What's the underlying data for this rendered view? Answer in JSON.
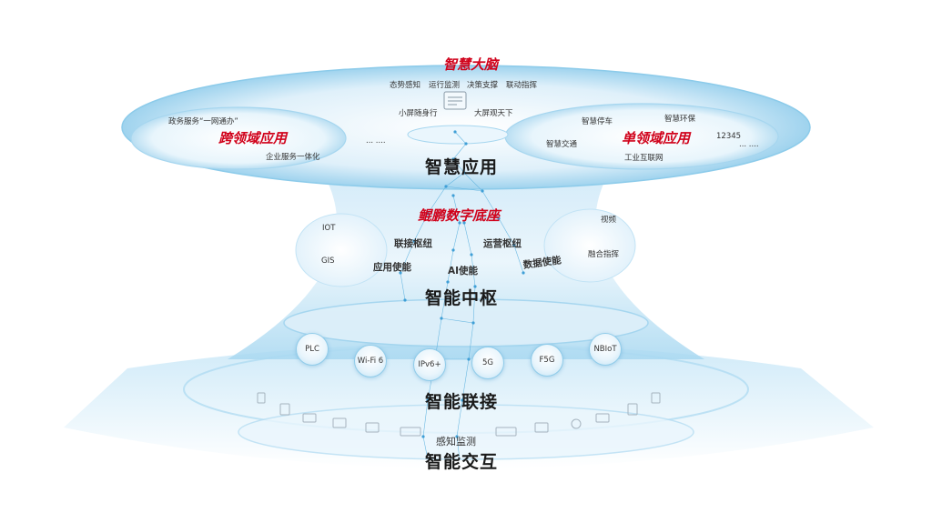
{
  "top": {
    "title": "智慧大脑",
    "functions": [
      "态势感知",
      "运行监测",
      "决策支撑",
      "联动指挥"
    ],
    "screen_small": "小屏随身行",
    "screen_large": "大屏观天下"
  },
  "cross_domain": {
    "title": "跨领域应用",
    "item_gov": "政务服务“一网通办”",
    "item_enterprise": "企业服务一体化",
    "item_more": "... ...."
  },
  "single_domain": {
    "title": "单领域应用",
    "item_parking": "智慧停车",
    "item_env": "智慧环保",
    "item_traffic": "智慧交通",
    "item_hotline": "12345",
    "item_industry": "工业互联网",
    "item_more": "... ...."
  },
  "layers": {
    "smart_app": "智慧应用",
    "kunpeng": "鲲鹏数字底座",
    "hub": "智能中枢",
    "connect": "智能联接",
    "sensing": "感知监测",
    "interact": "智能交互"
  },
  "hub": {
    "iot_hub": "联接枢纽",
    "ops_hub": "运营枢纽",
    "app_enable": "应用使能",
    "ai_enable": "AI使能",
    "data_enable": "数据使能",
    "left_iot": "IOT",
    "left_gis": "GIS",
    "right_video": "视频",
    "right_fusion": "融合指挥"
  },
  "network": [
    "PLC",
    "Wi-Fi 6",
    "IPv6+",
    "5G",
    "F5G",
    "NBIoT"
  ]
}
